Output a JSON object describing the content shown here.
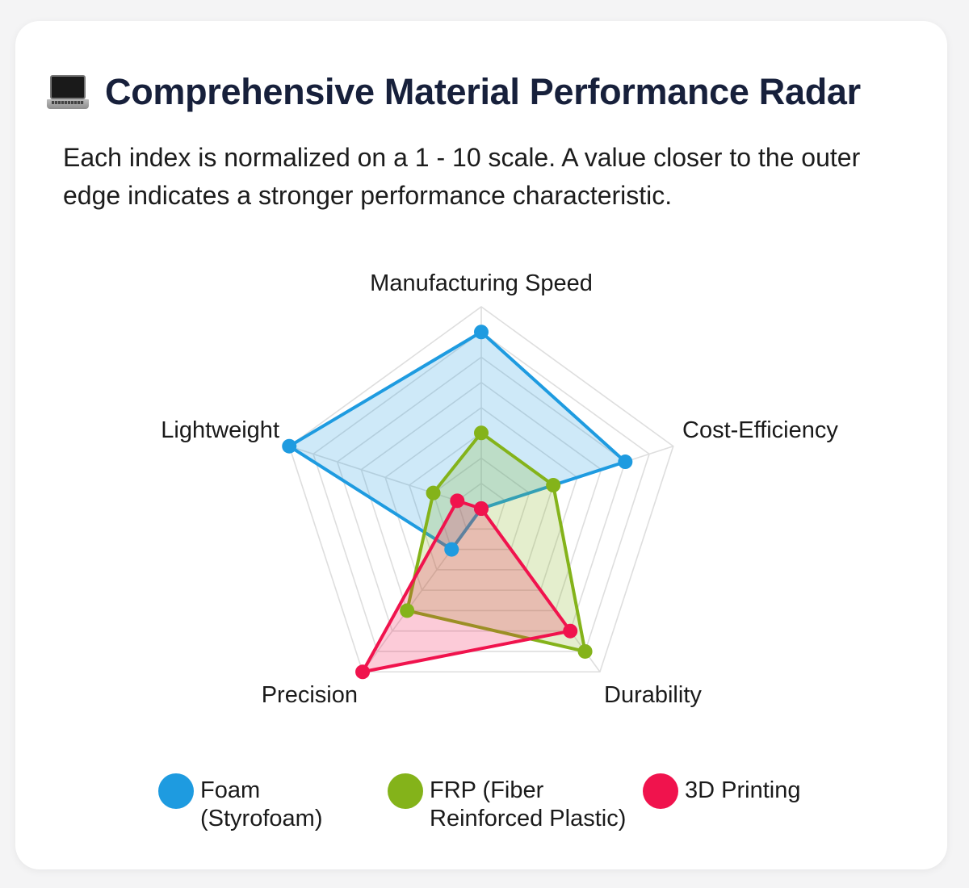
{
  "header": {
    "icon": "laptop-icon",
    "title": "Comprehensive Material Performance Radar",
    "subtitle": "Each index is normalized on a 1 - 10 scale. A value closer to the outer edge indicates a stronger performance characteristic."
  },
  "legend": [
    {
      "label": "Foam\n(Styrofoam)",
      "color": "#1e9be0"
    },
    {
      "label": "FRP (Fiber\nReinforced Plastic)",
      "color": "#84b31a"
    },
    {
      "label": "3D Printing",
      "color": "#f0134d"
    }
  ],
  "chart_data": {
    "type": "radar",
    "title": "Comprehensive Material Performance Radar",
    "categories": [
      "Manufacturing Speed",
      "Cost-Efficiency",
      "Durability",
      "Precision",
      "Lightweight"
    ],
    "range": [
      2,
      10
    ],
    "grid_levels": 8,
    "series": [
      {
        "name": "Foam (Styrofoam)",
        "color": "#1e9be0",
        "values": [
          9,
          8,
          2,
          4,
          10
        ]
      },
      {
        "name": "FRP (Fiber Reinforced Plastic)",
        "color": "#84b31a",
        "values": [
          5,
          5,
          9,
          7,
          4
        ]
      },
      {
        "name": "3D Printing",
        "color": "#f0134d",
        "values": [
          2,
          2,
          8,
          10,
          3
        ]
      }
    ],
    "legend_position": "bottom"
  }
}
